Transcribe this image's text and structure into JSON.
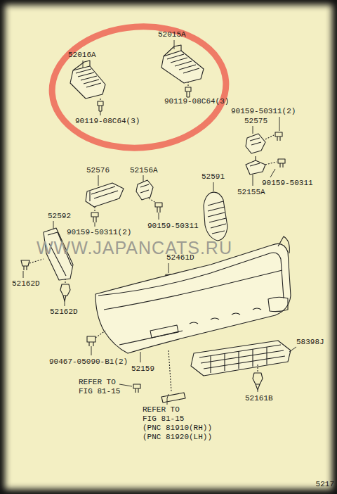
{
  "diagram": {
    "labels": [
      "52015A",
      "52016A",
      "90119-08C64(3)",
      "90119-08C64(3)",
      "90159-50311(2)",
      "52575",
      "90159-50311",
      "52155A",
      "52576",
      "52156A",
      "52591",
      "90159-50311(2)",
      "90159-50311",
      "52592",
      "52461D",
      "WWW.JAPANCATS.RU",
      "52162D",
      "52162D",
      "90467-05090-B1(2)",
      "58398J",
      "52159",
      "REFER TO FIG 81-15",
      "REFER TO FIG 81-15",
      "(PNC 81910(RH))",
      "(PNC 81920(LH))",
      "52161B",
      "5217"
    ]
  }
}
